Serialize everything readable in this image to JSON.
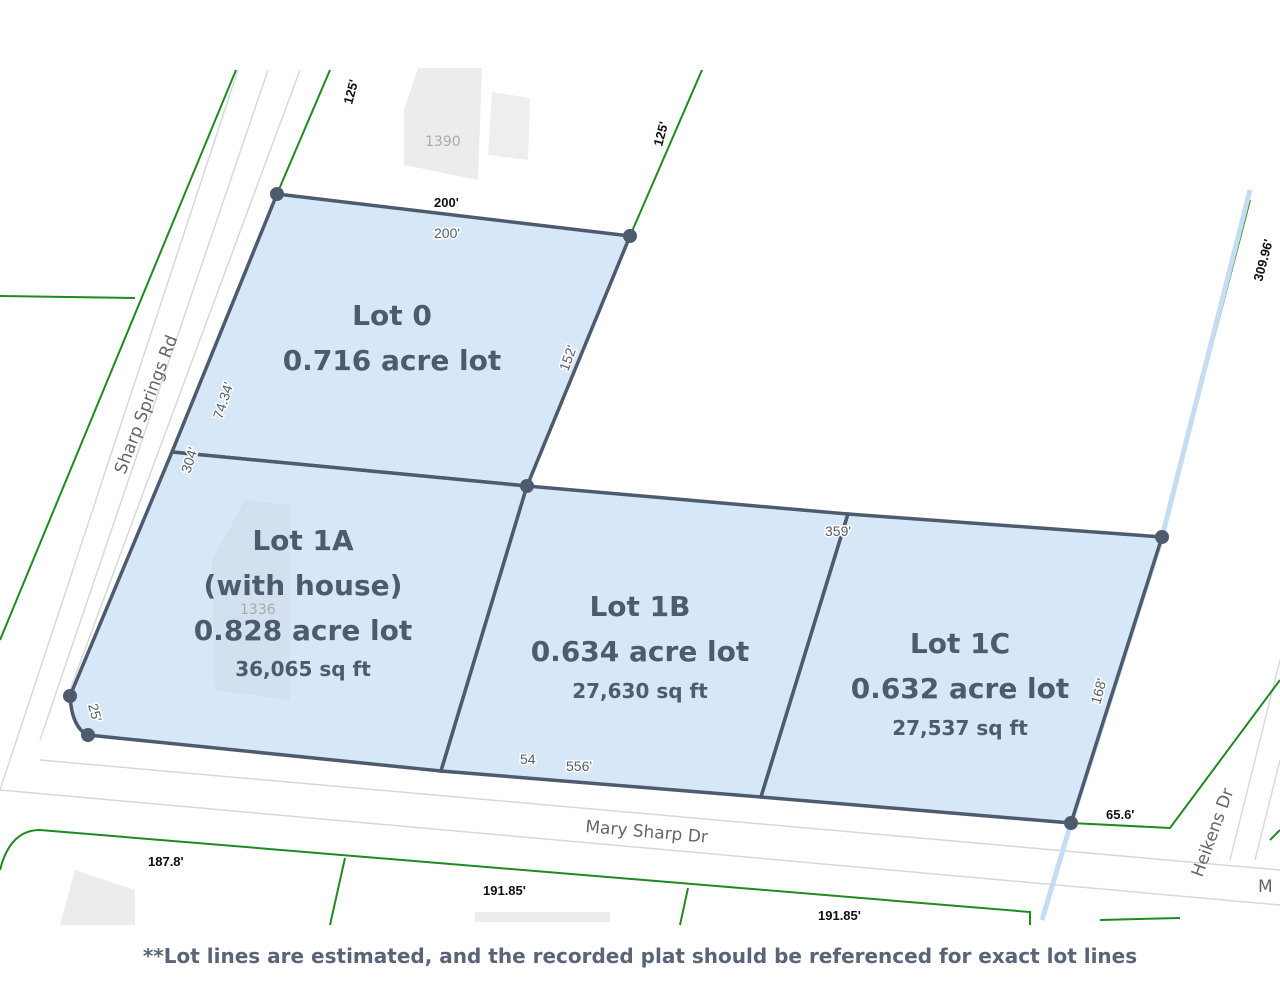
{
  "map": {
    "roads": {
      "sharp_springs": "Sharp Springs Rd",
      "mary_sharp": "Mary Sharp Dr",
      "heikens": "Heikens Dr",
      "partial_ma": "M"
    },
    "addresses": {
      "a1390": "1390",
      "a1336": "1336"
    },
    "lots": [
      {
        "name": "Lot 0",
        "acres": "0.716 acre lot"
      },
      {
        "name": "Lot 1A",
        "note": "(with house)",
        "acres": "0.828 acre lot",
        "sqft": "36,065 sq ft"
      },
      {
        "name": "Lot 1B",
        "acres": "0.634 acre lot",
        "sqft": "27,630 sq ft"
      },
      {
        "name": "Lot 1C",
        "acres": "0.632 acre lot",
        "sqft": "27,537 sq ft"
      }
    ],
    "dimensions": {
      "top_125_left": "125'",
      "top_125_right": "125'",
      "top_200_outer": "200'",
      "top_200_inner": "200'",
      "d152": "152'",
      "d304": "304'",
      "d74": "74.34'",
      "d359": "359'",
      "d309": "309.96'",
      "d168": "168'",
      "d25": "25'",
      "d556": "556'",
      "d54": "54",
      "d65": "65.6'",
      "d187": "187.8'",
      "d191a": "191.85'",
      "d191b": "191.85'"
    },
    "colors": {
      "lot_fill": "#d6e7f8",
      "lot_stroke": "#4e5a6e",
      "parcel_line": "#1f8a1f",
      "text": "#4e5a6e"
    }
  },
  "footer": "**Lot lines are estimated, and the recorded plat should be referenced for exact lot lines"
}
